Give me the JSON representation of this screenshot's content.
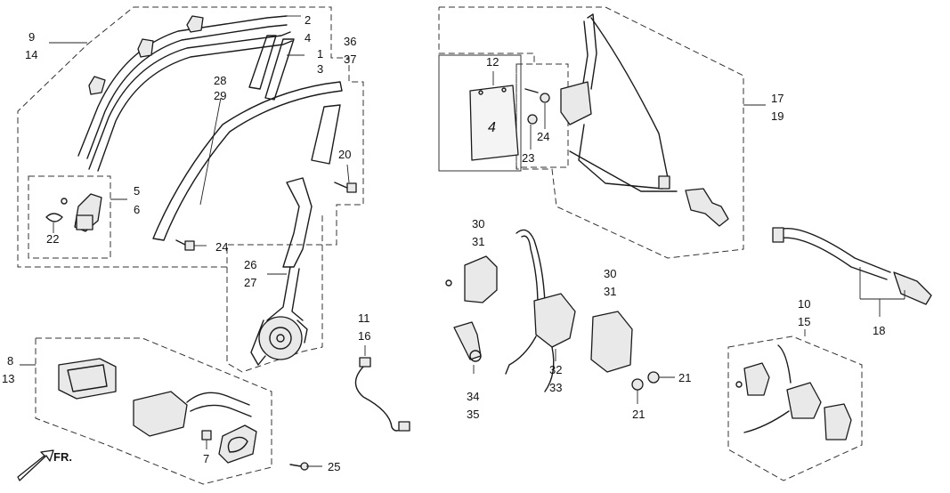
{
  "callouts": {
    "c9": "9",
    "c14": "14",
    "c2": "2",
    "c4": "4",
    "c1": "1",
    "c3": "3",
    "c36": "36",
    "c37": "37",
    "c28": "28",
    "c29": "29",
    "c5": "5",
    "c6": "6",
    "c22": "22",
    "c20": "20",
    "c24a": "24",
    "c26": "26",
    "c27": "27",
    "c8": "8",
    "c13": "13",
    "c7": "7",
    "c11": "11",
    "c16": "16",
    "c25": "25",
    "c12": "12",
    "c24b": "24",
    "c23": "23",
    "c17": "17",
    "c19": "19",
    "c30a": "30",
    "c31a": "31",
    "c30b": "30",
    "c31b": "31",
    "c32": "32",
    "c33": "33",
    "c34": "34",
    "c35": "35",
    "c21a": "21",
    "c21b": "21",
    "c10": "10",
    "c15": "15",
    "c18": "18"
  },
  "direction_label": "FR.",
  "tag_glyph": "4"
}
